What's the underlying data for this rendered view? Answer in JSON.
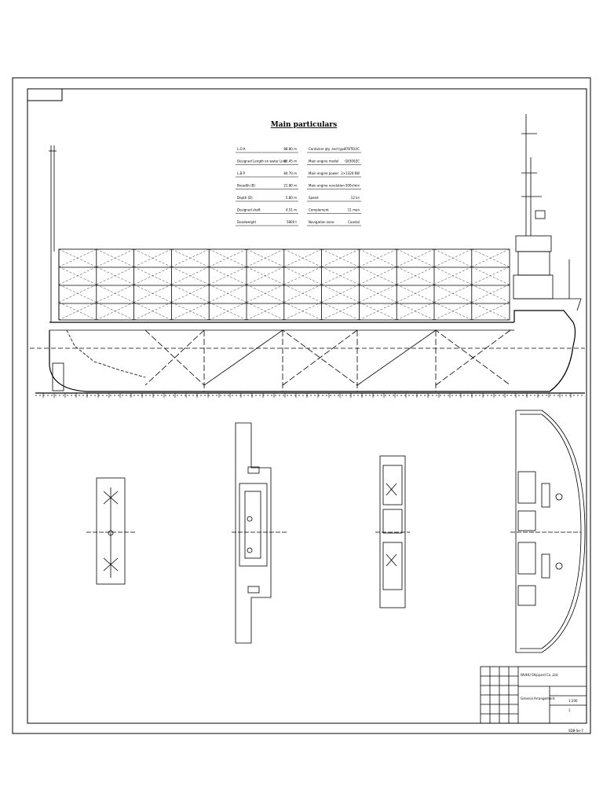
{
  "particulars": {
    "title": "Main particulars",
    "left": [
      {
        "label": "L.O.A",
        "value": "88.80 m"
      },
      {
        "label": "Designed Length on water Line",
        "value": "86.45 m"
      },
      {
        "label": "L.B.P",
        "value": "84.70 m"
      },
      {
        "label": "Breadth (B)",
        "value": "21.80 m"
      },
      {
        "label": "Depth (D)",
        "value": "5.80 m"
      },
      {
        "label": "Designed draft",
        "value": "4.51 m"
      },
      {
        "label": "Deadweight",
        "value": "5800 t"
      }
    ],
    "right": [
      {
        "label": "Container qty. and type",
        "value": "378TEU/C"
      },
      {
        "label": "Main engine model",
        "value": "G8300ZC"
      },
      {
        "label": "Main engine power",
        "value": "2×1320 KW"
      },
      {
        "label": "Main engine revolution",
        "value": "500r/min"
      },
      {
        "label": "Speed",
        "value": "12 kn"
      },
      {
        "label": "Complement",
        "value": "11 men"
      },
      {
        "label": "Navigation zone",
        "value": "Coastal"
      }
    ]
  },
  "title_block": {
    "company": "WUHU Shipyard Co.,Ltd.",
    "drawing_title": "General Arrangement",
    "scale": "1:200",
    "sheet": "1"
  },
  "footer_note": "SDB-Se-7"
}
